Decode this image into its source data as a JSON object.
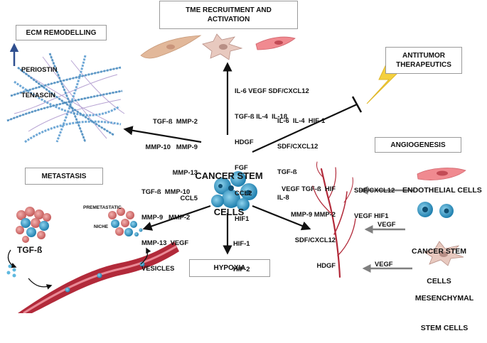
{
  "colors": {
    "arrow": "#111111",
    "gray_arrow": "#7f7f7f",
    "periostin_arrow": "#2f4f8f",
    "fiber_blue": "#6fa8d6",
    "fiber_purple": "#a58cc8",
    "cell_blue": "#3a9ec9",
    "fibroblast_tan": "#e2b89a",
    "endothelial_pink": "#e87a80",
    "vessel_red": "#b22a3a",
    "lightning_yellow": "#f4d03f"
  },
  "boxes": {
    "tme": [
      "TME RECRUITMENT AND",
      "ACTIVATION"
    ],
    "ecm": "ECM REMODELLING",
    "antitumor": [
      "ANTITUMOR",
      "THERAPEUTICS"
    ],
    "angiogenesis": "ANGIOGENESIS",
    "metastasis": "METASTASIS",
    "hypoxia": "HYPOXIA"
  },
  "center": {
    "title": [
      "CANCER STEM",
      "CELLS"
    ]
  },
  "labels": {
    "periostin": [
      "PERIOSTIN",
      "TENASCIN"
    ],
    "tme_factors": [
      "IL-6 VEGF SDF/CXCL12",
      "TGF-ß IL-4  IL-1ß",
      "HDGF",
      "FGF",
      "CCL2",
      "HIF1"
    ],
    "ecm_factors": [
      "TGF-ß  MMP-2",
      "MMP-10   MMP-9",
      "MMP-13",
      "CCL5"
    ],
    "antitumor_factors": [
      "IL-6  IL-4  HIF-1",
      "SDF/CXCL12",
      "TGF-ß",
      "IL-8"
    ],
    "metastasis_factors": [
      "TGF-ß  MMP-10",
      "MMP-9   MMP-2",
      "MMP-13  VEGF",
      "VESICLES"
    ],
    "premetastatic": [
      "PREMETASTATIC",
      "NICHE"
    ],
    "tgf_b": "TGF-ß",
    "hypoxia_factors": [
      "HIF-1",
      "HIF-2"
    ],
    "angio_factors": [
      "VEGF TGF-ß  HIF",
      "MMP-9 MMP-2",
      "SDF/CXCL12",
      "HDGF"
    ],
    "endo_factors": [
      "SDF/CXCL12",
      "VEGF HIF1"
    ],
    "vegf_csc": "VEGF",
    "vegf_msc": "VEGF",
    "endothelial_cells": "ENDOTHELIAL CELLS",
    "cancer_stem_cells": [
      "CANCER STEM",
      "CELLS"
    ],
    "mesenchymal": [
      "MESENCHYMAL",
      "STEM CELLS"
    ]
  }
}
